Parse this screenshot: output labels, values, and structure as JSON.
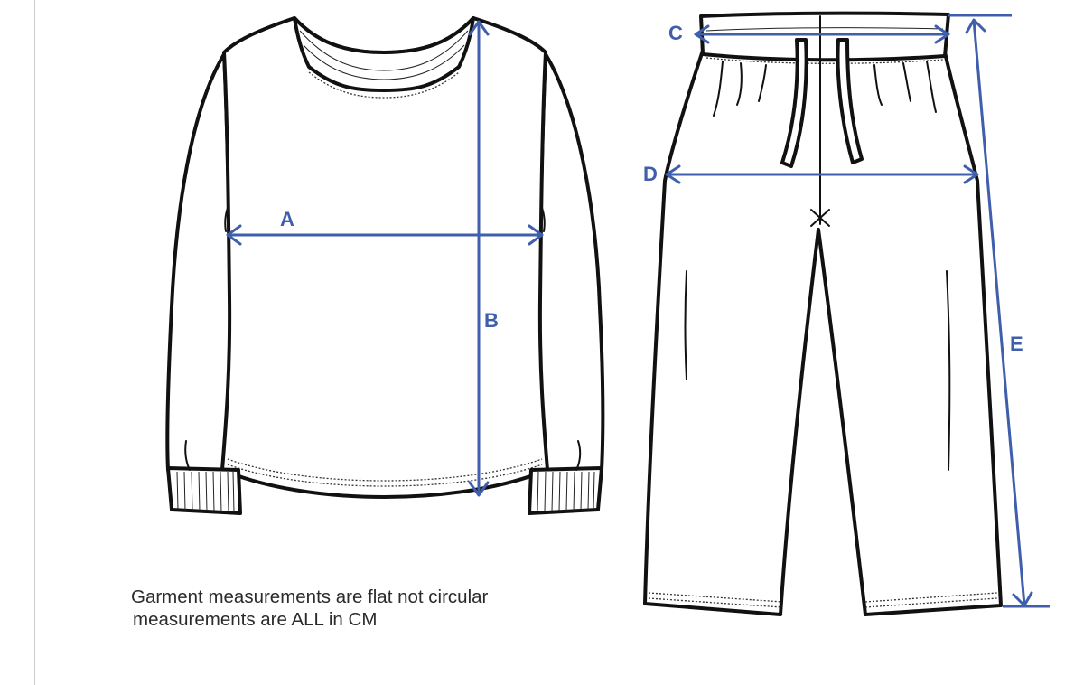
{
  "labels": {
    "a": "A",
    "b": "B",
    "c": "C",
    "d": "D",
    "e": "E"
  },
  "note": {
    "line1": "Garment measurements are flat not circular",
    "line2": "measurements are ALL in CM"
  },
  "colors": {
    "measure": "#3f5eab",
    "ink": "#111111",
    "background": "#ffffff"
  }
}
